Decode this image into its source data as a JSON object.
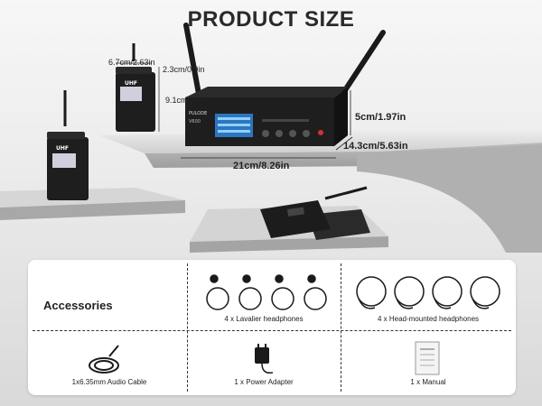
{
  "title": "PRODUCT SIZE",
  "dimensions": {
    "pack_width": "6.7cm/2.63in",
    "pack_depth": "2.3cm/0.9in",
    "pack_height": "9.1cm/3.58in",
    "receiver_height": "5cm/1.97in",
    "receiver_depth": "14.3cm/5.63in",
    "receiver_width": "21cm/8.26in"
  },
  "device": {
    "brand": "PULODE",
    "model": "V600",
    "pack_brand": "UHF"
  },
  "accessories": {
    "heading": "Accessories",
    "items": [
      {
        "caption": "4 x Lavalier headphones",
        "icon": "lavalier-mic-icon"
      },
      {
        "caption": "4 x Head-mounted headphones",
        "icon": "headset-mic-icon"
      },
      {
        "caption": "1x6.35mm Audio Cable",
        "icon": "audio-cable-icon"
      },
      {
        "caption": "1 x Power Adapter",
        "icon": "power-adapter-icon"
      },
      {
        "caption": "1 x Manual",
        "icon": "manual-icon"
      }
    ]
  },
  "colors": {
    "device": "#1e1e1e",
    "display": "#2f7fd0",
    "panel": "#ffffff"
  }
}
